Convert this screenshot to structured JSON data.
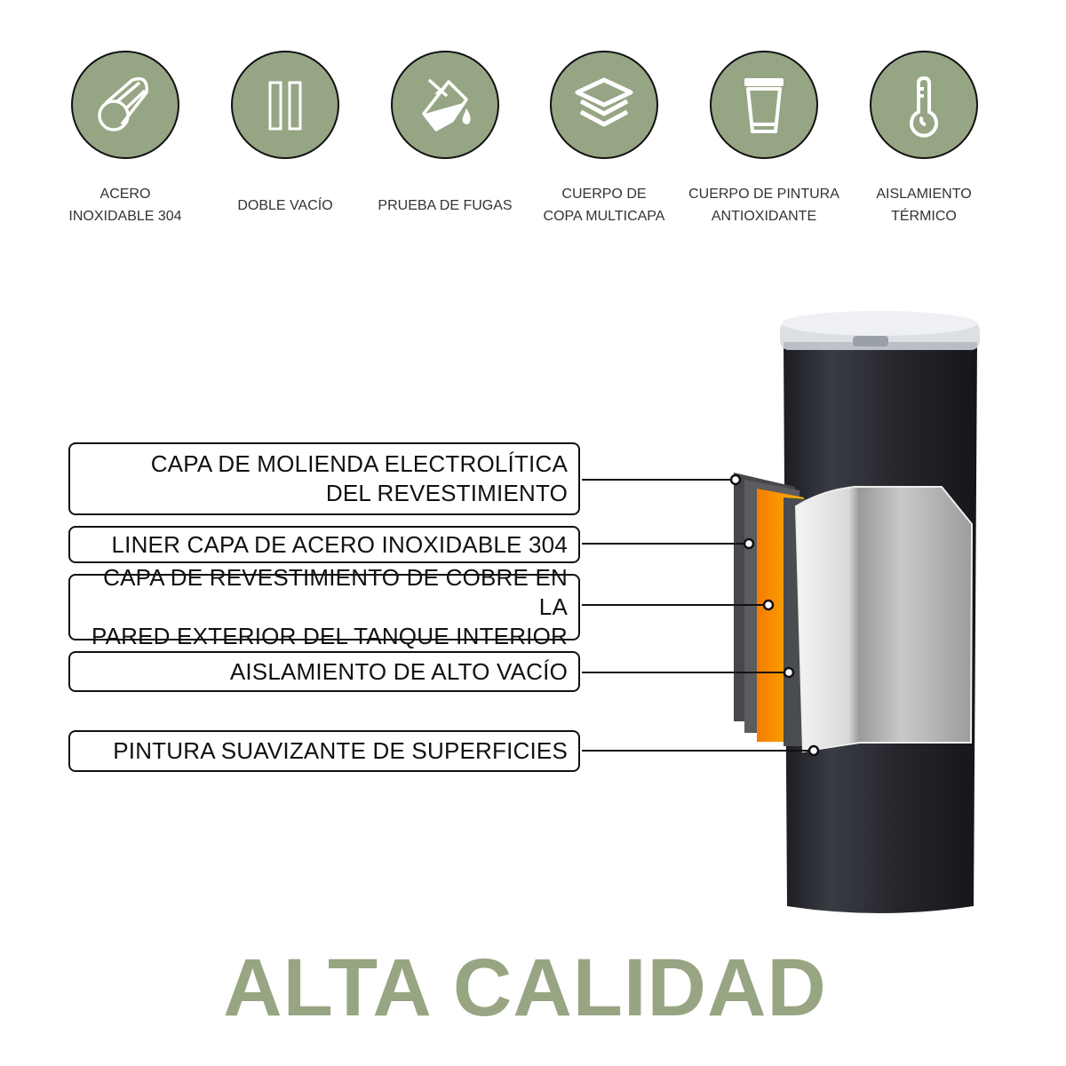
{
  "features": [
    {
      "icon": "cylinder-icon",
      "label": "ACERO\nINOXIDABLE 304"
    },
    {
      "icon": "double-wall-icon",
      "label": "DOBLE VACÍO"
    },
    {
      "icon": "pouring-bucket-icon",
      "label": "PRUEBA DE FUGAS"
    },
    {
      "icon": "layers-icon",
      "label": "CUERPO DE\nCOPA MULTICAPA"
    },
    {
      "icon": "cup-icon",
      "label": "CUERPO DE PINTURA\nANTIOXIDANTE"
    },
    {
      "icon": "thermometer-icon",
      "label": "AISLAMIENTO\nTÉRMICO"
    }
  ],
  "layers": [
    "CAPA DE MOLIENDA ELECTROLÍTICA\nDEL REVESTIMIENTO",
    "LINER CAPA DE ACERO INOXIDABLE 304",
    "CAPA DE REVESTIMIENTO DE COBRE EN LA\nPARED EXTERIOR DEL TANQUE INTERIOR",
    "AISLAMIENTO DE ALTO VACÍO",
    "PINTURA SUAVIZANTE DE SUPERFICIES"
  ],
  "title": "ALTA CALIDAD",
  "colors": {
    "accent": "#96a584",
    "copper_layer": "#ff9800",
    "tumbler_body": "#2b2d33"
  }
}
